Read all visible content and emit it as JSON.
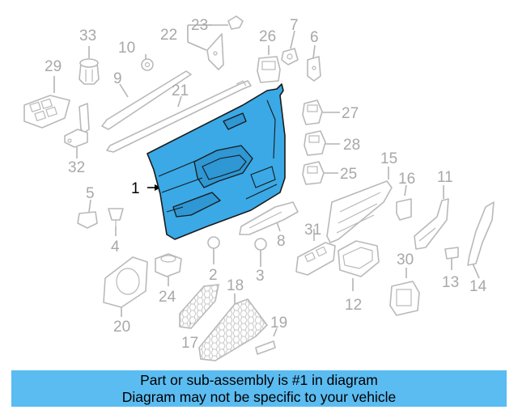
{
  "diagram": {
    "highlighted_part": "1",
    "callouts": [
      {
        "id": "p1",
        "text": "1"
      },
      {
        "id": "p2",
        "text": "2"
      },
      {
        "id": "p3",
        "text": "3"
      },
      {
        "id": "p4",
        "text": "4"
      },
      {
        "id": "p5",
        "text": "5"
      },
      {
        "id": "p6",
        "text": "6"
      },
      {
        "id": "p7",
        "text": "7"
      },
      {
        "id": "p8",
        "text": "8"
      },
      {
        "id": "p9",
        "text": "9"
      },
      {
        "id": "p10",
        "text": "10"
      },
      {
        "id": "p11",
        "text": "11"
      },
      {
        "id": "p12",
        "text": "12"
      },
      {
        "id": "p13",
        "text": "13"
      },
      {
        "id": "p14",
        "text": "14"
      },
      {
        "id": "p15",
        "text": "15"
      },
      {
        "id": "p16",
        "text": "16"
      },
      {
        "id": "p17",
        "text": "17"
      },
      {
        "id": "p18",
        "text": "18"
      },
      {
        "id": "p19",
        "text": "19"
      },
      {
        "id": "p20",
        "text": "20"
      },
      {
        "id": "p21",
        "text": "21"
      },
      {
        "id": "p22",
        "text": "22"
      },
      {
        "id": "p23",
        "text": "23"
      },
      {
        "id": "p24",
        "text": "24"
      },
      {
        "id": "p25",
        "text": "25"
      },
      {
        "id": "p26",
        "text": "26"
      },
      {
        "id": "p27",
        "text": "27"
      },
      {
        "id": "p28",
        "text": "28"
      },
      {
        "id": "p29",
        "text": "29"
      },
      {
        "id": "p30",
        "text": "30"
      },
      {
        "id": "p31",
        "text": "31"
      },
      {
        "id": "p32",
        "text": "32"
      },
      {
        "id": "p33",
        "text": "33"
      }
    ]
  },
  "banner": {
    "line1": "Part or sub-assembly is #1 in diagram",
    "line2": "Diagram may not be specific to your vehicle"
  },
  "colors": {
    "highlight": "#3aa9e6",
    "banner": "#5bbcf1",
    "callout_gray": "#a8a8a8",
    "part_outline": "#b9b9b9"
  }
}
